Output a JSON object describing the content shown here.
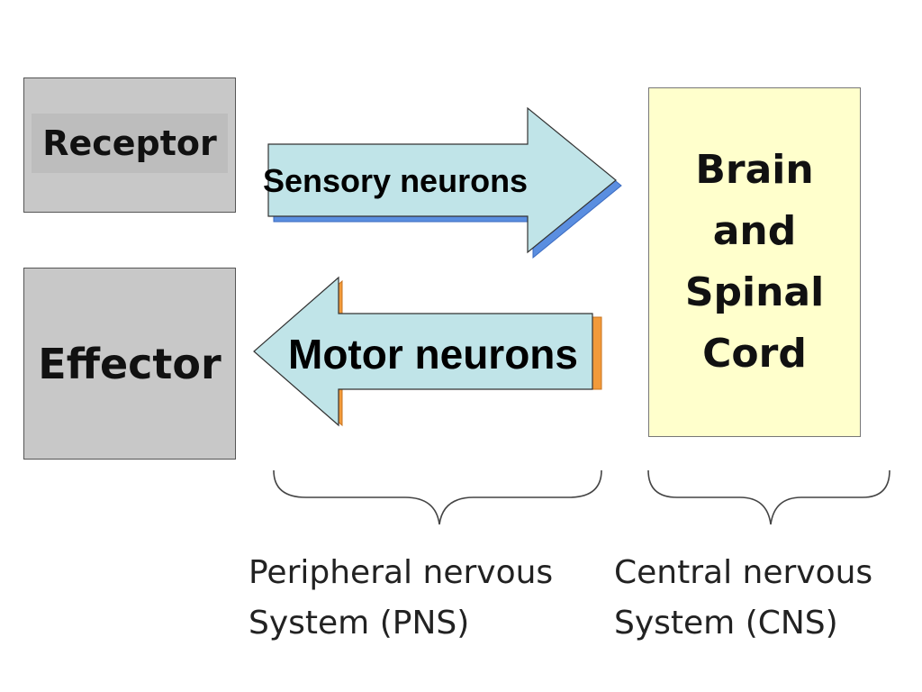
{
  "diagram": {
    "receptor_label": "Receptor",
    "effector_label": "Effector",
    "cns_box_lines": [
      "Brain",
      "and",
      "Spinal",
      "Cord"
    ],
    "sensory_arrow_label": "Sensory neurons",
    "motor_arrow_label": "Motor neurons",
    "pns_caption_lines": [
      "Peripheral nervous",
      "System (PNS)"
    ],
    "cns_caption_lines": [
      "Central nervous",
      "System (CNS)"
    ]
  },
  "colors": {
    "box_gray": "#c8c8c8",
    "cns_box_fill": "#ffffcc",
    "arrow_fill": "#c0e4e8",
    "sensory_shadow": "#5a8ee0",
    "motor_shadow": "#f29a3a"
  }
}
